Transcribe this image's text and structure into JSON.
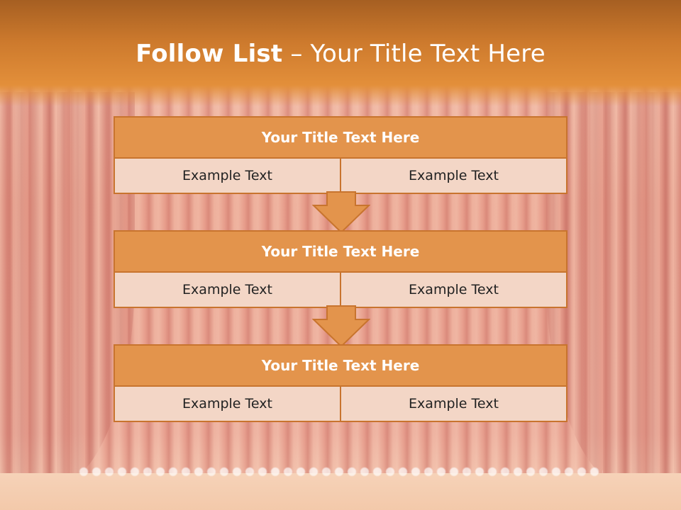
{
  "slide": {
    "title_bold": "Follow List",
    "title_rest": " – Your Title Text Here"
  },
  "steps": [
    {
      "title": "Your Title Text Here",
      "left": "Example Text",
      "right": "Example Text"
    },
    {
      "title": "Your Title Text Here",
      "left": "Example Text",
      "right": "Example Text"
    },
    {
      "title": "Your Title Text Here",
      "left": "Example Text",
      "right": "Example Text"
    }
  ],
  "colors": {
    "header": "#e3944c",
    "cell": "#f3d6c6",
    "border": "#c8742e",
    "banner": "#cd7a2d"
  },
  "icons": [
    "down-arrow-icon"
  ]
}
